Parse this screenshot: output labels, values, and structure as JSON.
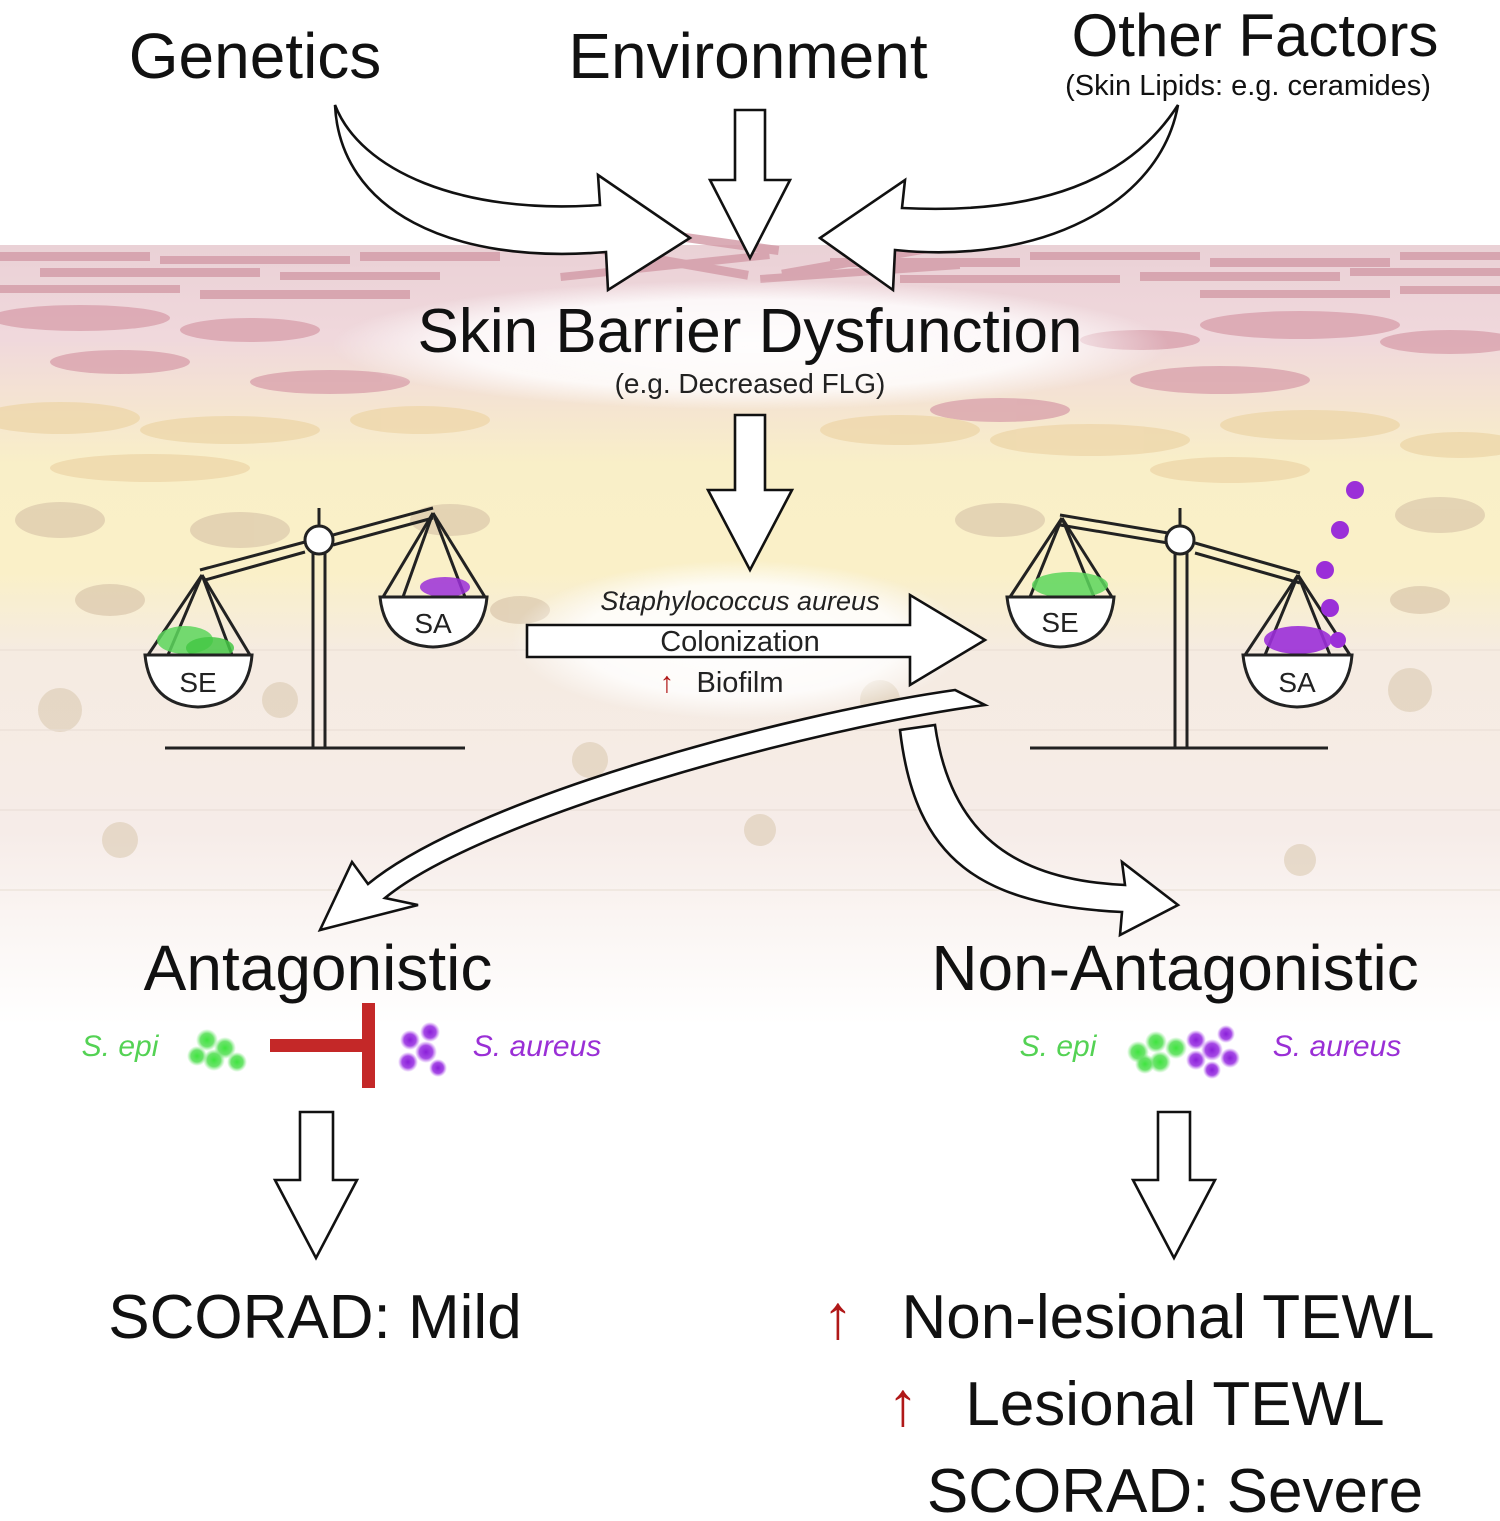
{
  "top_factors": {
    "genetics": "Genetics",
    "environment": "Environment",
    "other": "Other Factors",
    "other_sub": "(Skin Lipids: e.g. ceramides)"
  },
  "barrier": {
    "title": "Skin Barrier Dysfunction",
    "subtitle": "(e.g. Decreased FLG)"
  },
  "colonization": {
    "line1": "Staphylococcus aureus",
    "line2": "Colonization",
    "arrow_glyph": "↑",
    "line3": "Biofilm"
  },
  "scales": {
    "left_low_pan": "SE",
    "left_high_pan": "SA",
    "right_high_pan": "SE",
    "right_low_pan": "SA"
  },
  "antagonistic": {
    "title": "Antagonistic",
    "epi": "S. epi",
    "aureus": "S. aureus",
    "outcome": "SCORAD: Mild"
  },
  "non_antagonistic": {
    "title": "Non-Antagonistic",
    "epi": "S. epi",
    "aureus": "S. aureus",
    "arrow_glyph": "↑",
    "outcome1": "Non-lesional TEWL",
    "outcome2": "Lesional TEWL",
    "outcome3": "SCORAD: Severe"
  },
  "colors": {
    "s_epi": "#54d254",
    "s_aureus": "#9a2fd6",
    "inhibit": "#c42828",
    "up_arrow": "#b01818",
    "skin_top": "#d79aa8",
    "skin_mid": "#f5dc9a"
  }
}
